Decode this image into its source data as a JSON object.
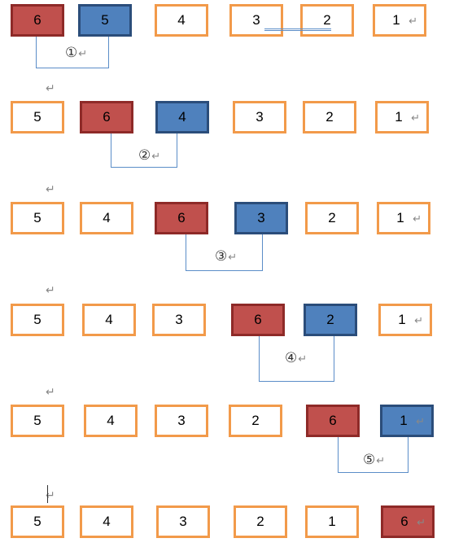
{
  "colors": {
    "outline_orange": "#f29a4a",
    "compare_red": "#c0504d",
    "compare_blue": "#4f81bd",
    "bracket_line": "#5b8dc8"
  },
  "return_mark": "↵",
  "rows": [
    {
      "boxes": [
        {
          "label": "6",
          "style": "red"
        },
        {
          "label": "5",
          "style": "blue"
        },
        {
          "label": "4",
          "style": "plain"
        },
        {
          "label": "3",
          "style": "plain"
        },
        {
          "label": "2",
          "style": "plain"
        },
        {
          "label": "1",
          "style": "plain",
          "mark": true
        }
      ],
      "step": "①"
    },
    {
      "boxes": [
        {
          "label": "5",
          "style": "plain"
        },
        {
          "label": "6",
          "style": "red"
        },
        {
          "label": "4",
          "style": "blue"
        },
        {
          "label": "3",
          "style": "plain"
        },
        {
          "label": "2",
          "style": "plain"
        },
        {
          "label": "1",
          "style": "plain",
          "mark": true
        }
      ],
      "step": "②"
    },
    {
      "boxes": [
        {
          "label": "5",
          "style": "plain"
        },
        {
          "label": "4",
          "style": "plain"
        },
        {
          "label": "6",
          "style": "red"
        },
        {
          "label": "3",
          "style": "blue"
        },
        {
          "label": "2",
          "style": "plain"
        },
        {
          "label": "1",
          "style": "plain",
          "mark": true
        }
      ],
      "step": "③"
    },
    {
      "boxes": [
        {
          "label": "5",
          "style": "plain"
        },
        {
          "label": "4",
          "style": "plain"
        },
        {
          "label": "3",
          "style": "plain"
        },
        {
          "label": "6",
          "style": "red"
        },
        {
          "label": "2",
          "style": "blue"
        },
        {
          "label": "1",
          "style": "plain",
          "mark": true
        }
      ],
      "step": "④"
    },
    {
      "boxes": [
        {
          "label": "5",
          "style": "plain"
        },
        {
          "label": "4",
          "style": "plain"
        },
        {
          "label": "3",
          "style": "plain"
        },
        {
          "label": "2",
          "style": "plain"
        },
        {
          "label": "6",
          "style": "red"
        },
        {
          "label": "1",
          "style": "blue",
          "mark": true
        }
      ],
      "step": "⑤"
    },
    {
      "boxes": [
        {
          "label": "5",
          "style": "plain"
        },
        {
          "label": "4",
          "style": "plain"
        },
        {
          "label": "3",
          "style": "plain"
        },
        {
          "label": "2",
          "style": "plain"
        },
        {
          "label": "1",
          "style": "plain"
        },
        {
          "label": "6",
          "style": "red",
          "mark": true
        }
      ]
    }
  ]
}
